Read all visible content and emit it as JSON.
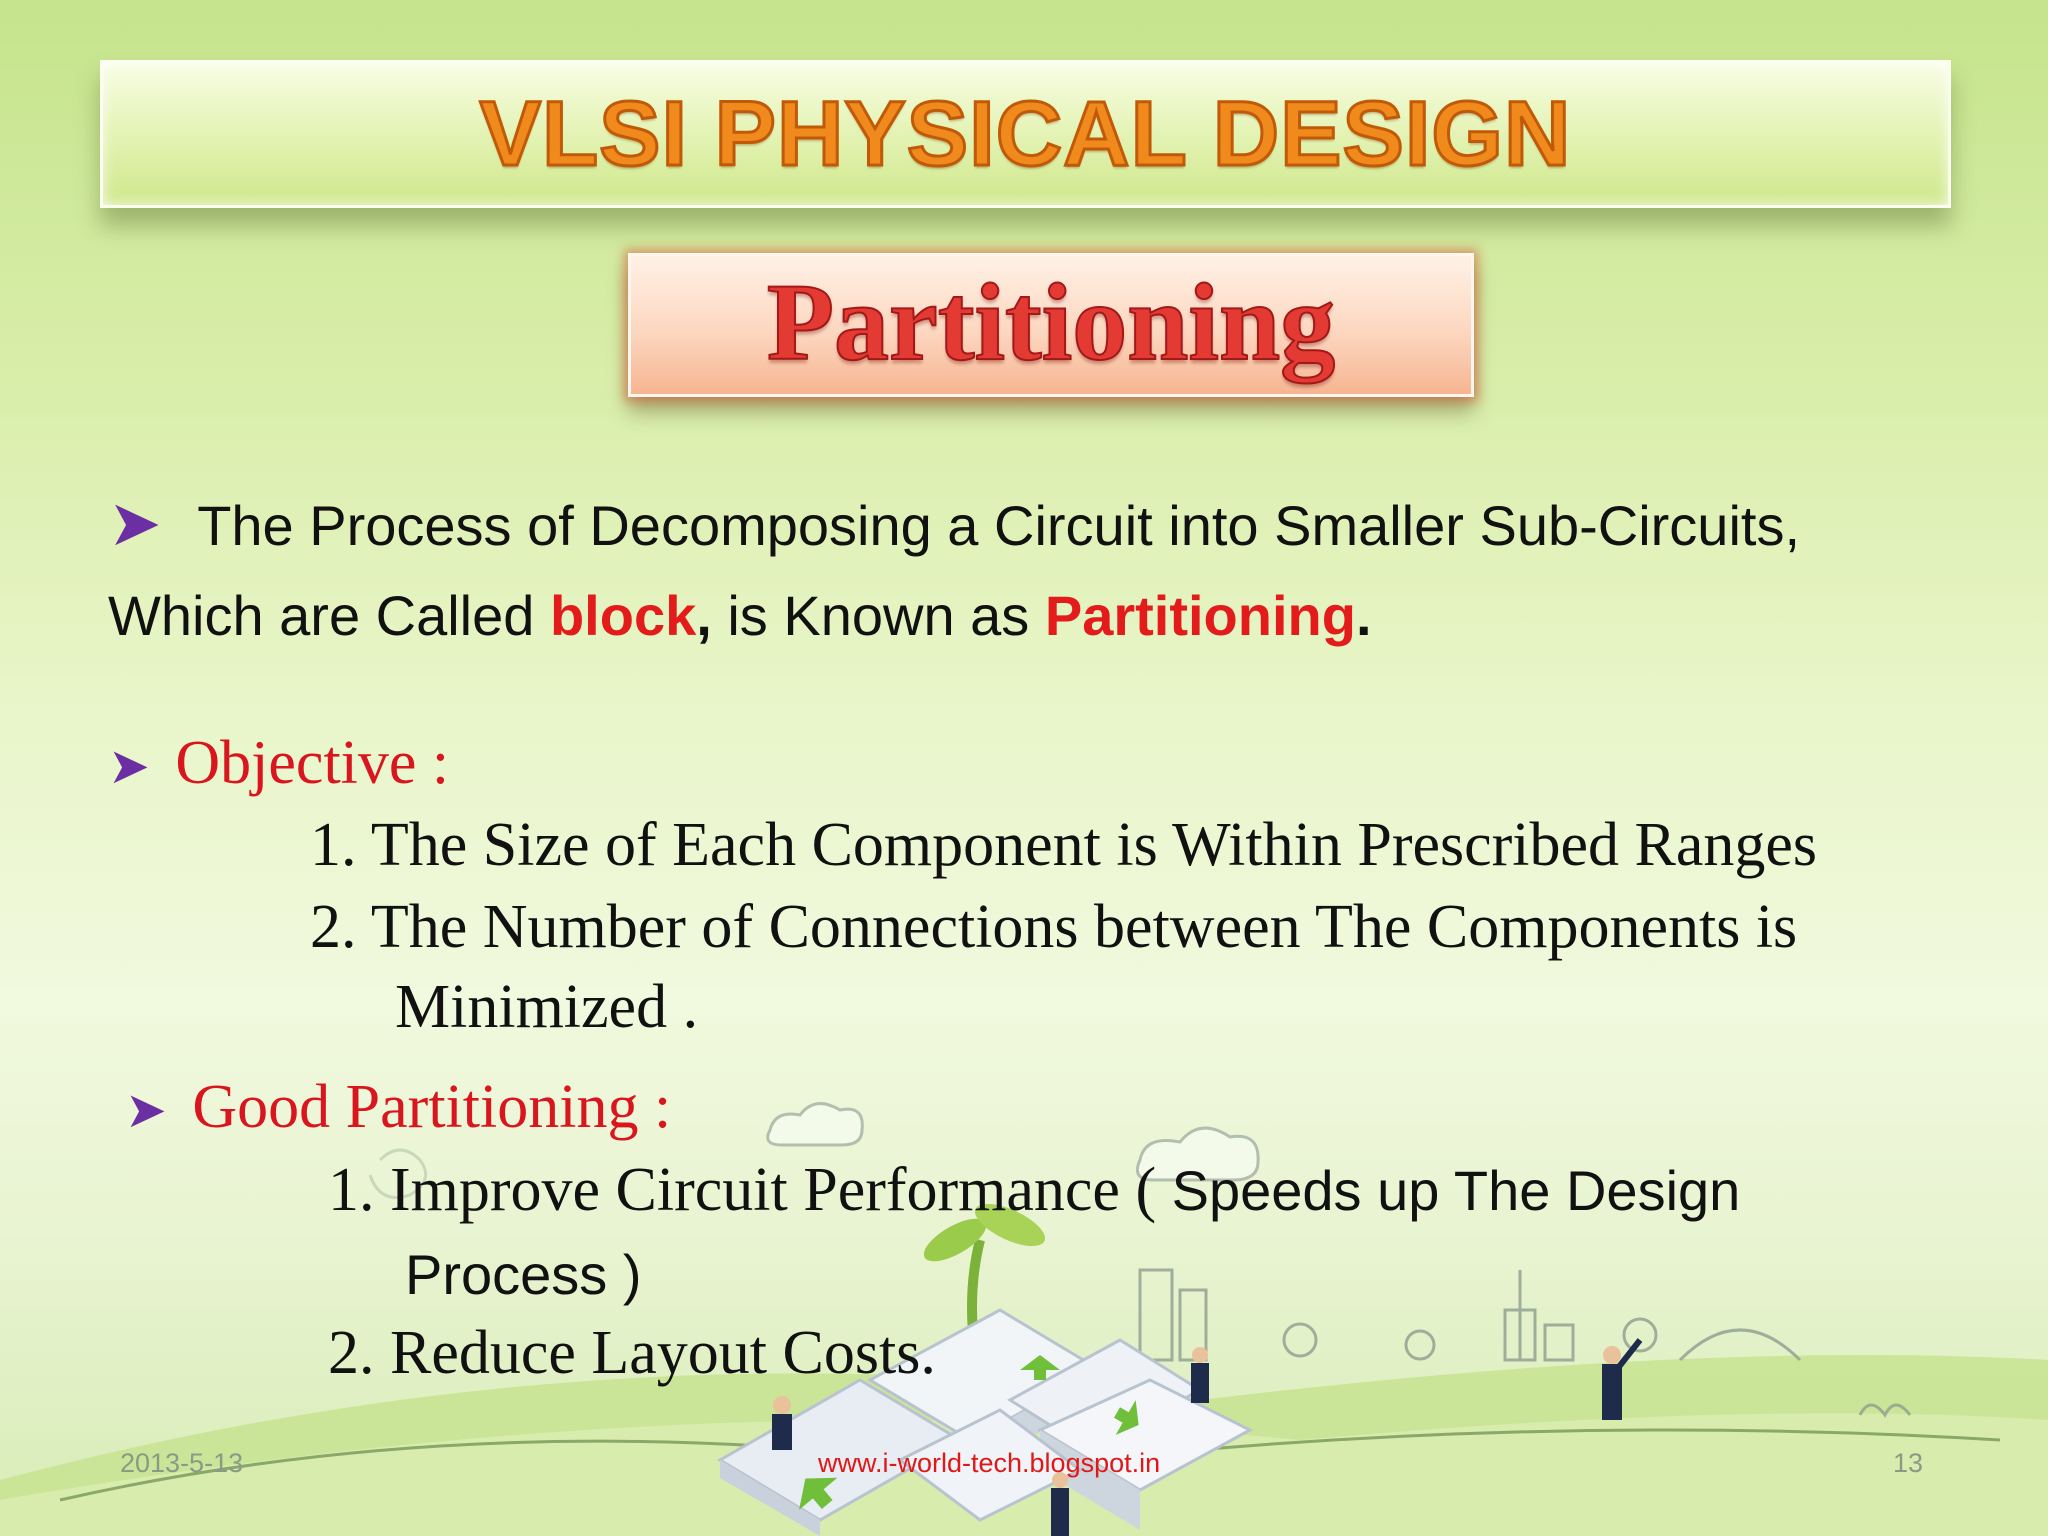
{
  "banner": {
    "title": "VLSI PHYSICAL DESIGN"
  },
  "subtitle": {
    "title": "Partitioning"
  },
  "intro": {
    "text_1": "The Process of Decomposing a Circuit into Smaller Sub-Circuits,",
    "text_2": "Which are Called ",
    "term_block": "block",
    "text_3": ",",
    "text_4": " is Known as ",
    "term_partitioning": "Partitioning",
    "text_5": "."
  },
  "objective": {
    "heading": "Objective :",
    "items": [
      "1. The Size of Each Component is Within Prescribed Ranges",
      "2. The Number of Connections between The Components is",
      "Minimized ."
    ]
  },
  "good_partitioning": {
    "heading": "Good Partitioning :",
    "item1_serif": "1. Improve Circuit Performance ( ",
    "item1_sans": "Speeds up The Design",
    "item1_cont": "Process )",
    "item2": "2. Reduce Layout Costs."
  },
  "footer": {
    "date": "2013-5-13",
    "url": "www.i-world-tech.blogspot.in",
    "page_number": "13"
  },
  "colors": {
    "accent_red": "#e31b1b",
    "bullet_purple": "#6b2fa3",
    "banner_orange": "#f08a1c"
  },
  "icons": [
    "arrow-bullet-icon"
  ]
}
